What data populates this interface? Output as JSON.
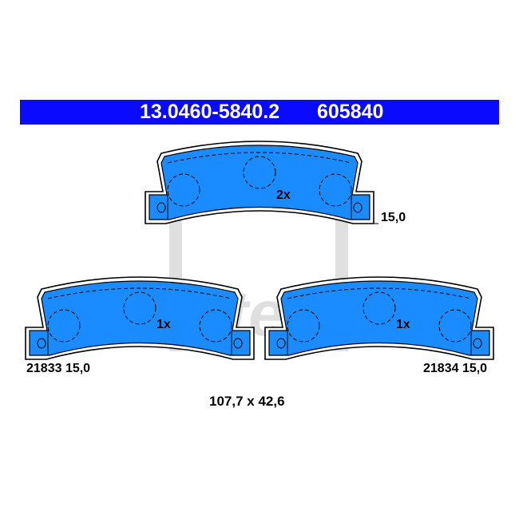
{
  "header": {
    "part_number": "13.0460-5840.2",
    "short_number": "605840"
  },
  "top_pad": {
    "quantity": "2x",
    "thickness": "15,0"
  },
  "left_pad": {
    "quantity": "1x",
    "code": "21833 15,0"
  },
  "right_pad": {
    "quantity": "1x",
    "code": "21834 15,0"
  },
  "dimensions": "107,7 x 42,6",
  "colors": {
    "header": "#0a0aff",
    "pad": "#1a8cff"
  }
}
